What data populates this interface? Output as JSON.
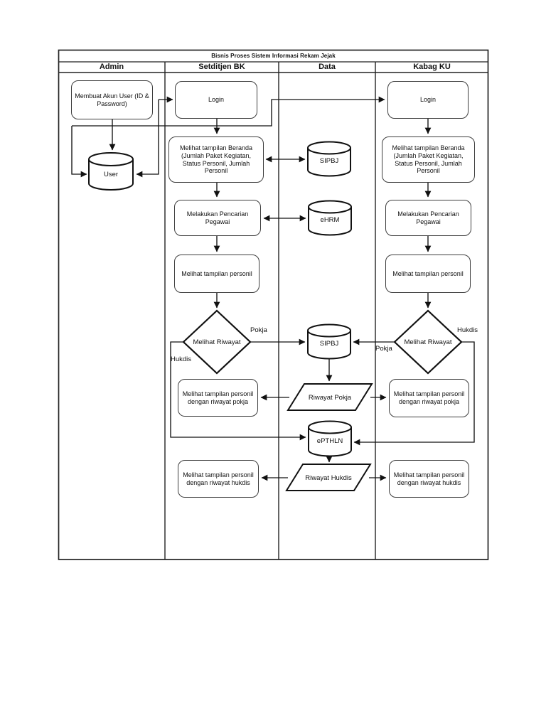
{
  "title": "Bisnis Proses Sistem Informasi Rekam Jejak",
  "lanes": [
    {
      "label": "Admin"
    },
    {
      "label": "Setditjen BK"
    },
    {
      "label": "Data"
    },
    {
      "label": "Kabag KU"
    }
  ],
  "nodes": {
    "membuat_akun": {
      "type": "process",
      "label": "Membuat Akun User (ID & Password)"
    },
    "user_db": {
      "type": "database",
      "label": "User"
    },
    "login_setditjen": {
      "type": "process",
      "label": "Login"
    },
    "beranda_setditjen": {
      "type": "process",
      "label": "Melihat tampilan Beranda (Jumlah Paket Kegiatan, Status Personil, Jumlah Personil"
    },
    "pencarian_setditjen": {
      "type": "process",
      "label": "Melakukan Pencarian Pegawai"
    },
    "personil_setditjen": {
      "type": "process",
      "label": "Melihat tampilan personil"
    },
    "riwayat_setditjen": {
      "type": "decision",
      "label": "Melihat Riwayat"
    },
    "pokja_view_setditjen": {
      "type": "process",
      "label": "Melihat tampilan personil dengan riwayat pokja"
    },
    "hukdis_view_setditjen": {
      "type": "process",
      "label": "Melihat tampilan personil dengan riwayat hukdis"
    },
    "sipbj_top": {
      "type": "database",
      "label": "SIPBJ"
    },
    "ehrm": {
      "type": "database",
      "label": "eHRM"
    },
    "sipbj_mid": {
      "type": "database",
      "label": "SIPBJ"
    },
    "riwayat_pokja": {
      "type": "data",
      "label": "Riwayat Pokja"
    },
    "epthln": {
      "type": "database",
      "label": "ePTHLN"
    },
    "riwayat_hukdis": {
      "type": "data",
      "label": "Riwayat Hukdis"
    },
    "login_kabag": {
      "type": "process",
      "label": "Login"
    },
    "beranda_kabag": {
      "type": "process",
      "label": "Melihat tampilan Beranda (Jumlah Paket Kegiatan, Status Personil, Jumlah Personil"
    },
    "pencarian_kabag": {
      "type": "process",
      "label": "Melakukan Pencarian Pegawai"
    },
    "personil_kabag": {
      "type": "process",
      "label": "Melihat tampilan personil"
    },
    "riwayat_kabag": {
      "type": "decision",
      "label": "Melihat Riwayat"
    },
    "pokja_view_kabag": {
      "type": "process",
      "label": "Melihat tampilan personil dengan riwayat pokja"
    },
    "hukdis_view_kabag": {
      "type": "process",
      "label": "Melihat tampilan personil dengan riwayat hukdis"
    }
  },
  "edge_labels": {
    "setditjen_pokja": "Pokja",
    "setditjen_hukdis": "Hukdis",
    "kabag_hukdis": "Hukdis",
    "kabag_pokja": "Pokja"
  },
  "colors": {
    "background": "#ffffff",
    "line": "#111111",
    "box_border": "#3d3d3d",
    "text": "#111111"
  }
}
